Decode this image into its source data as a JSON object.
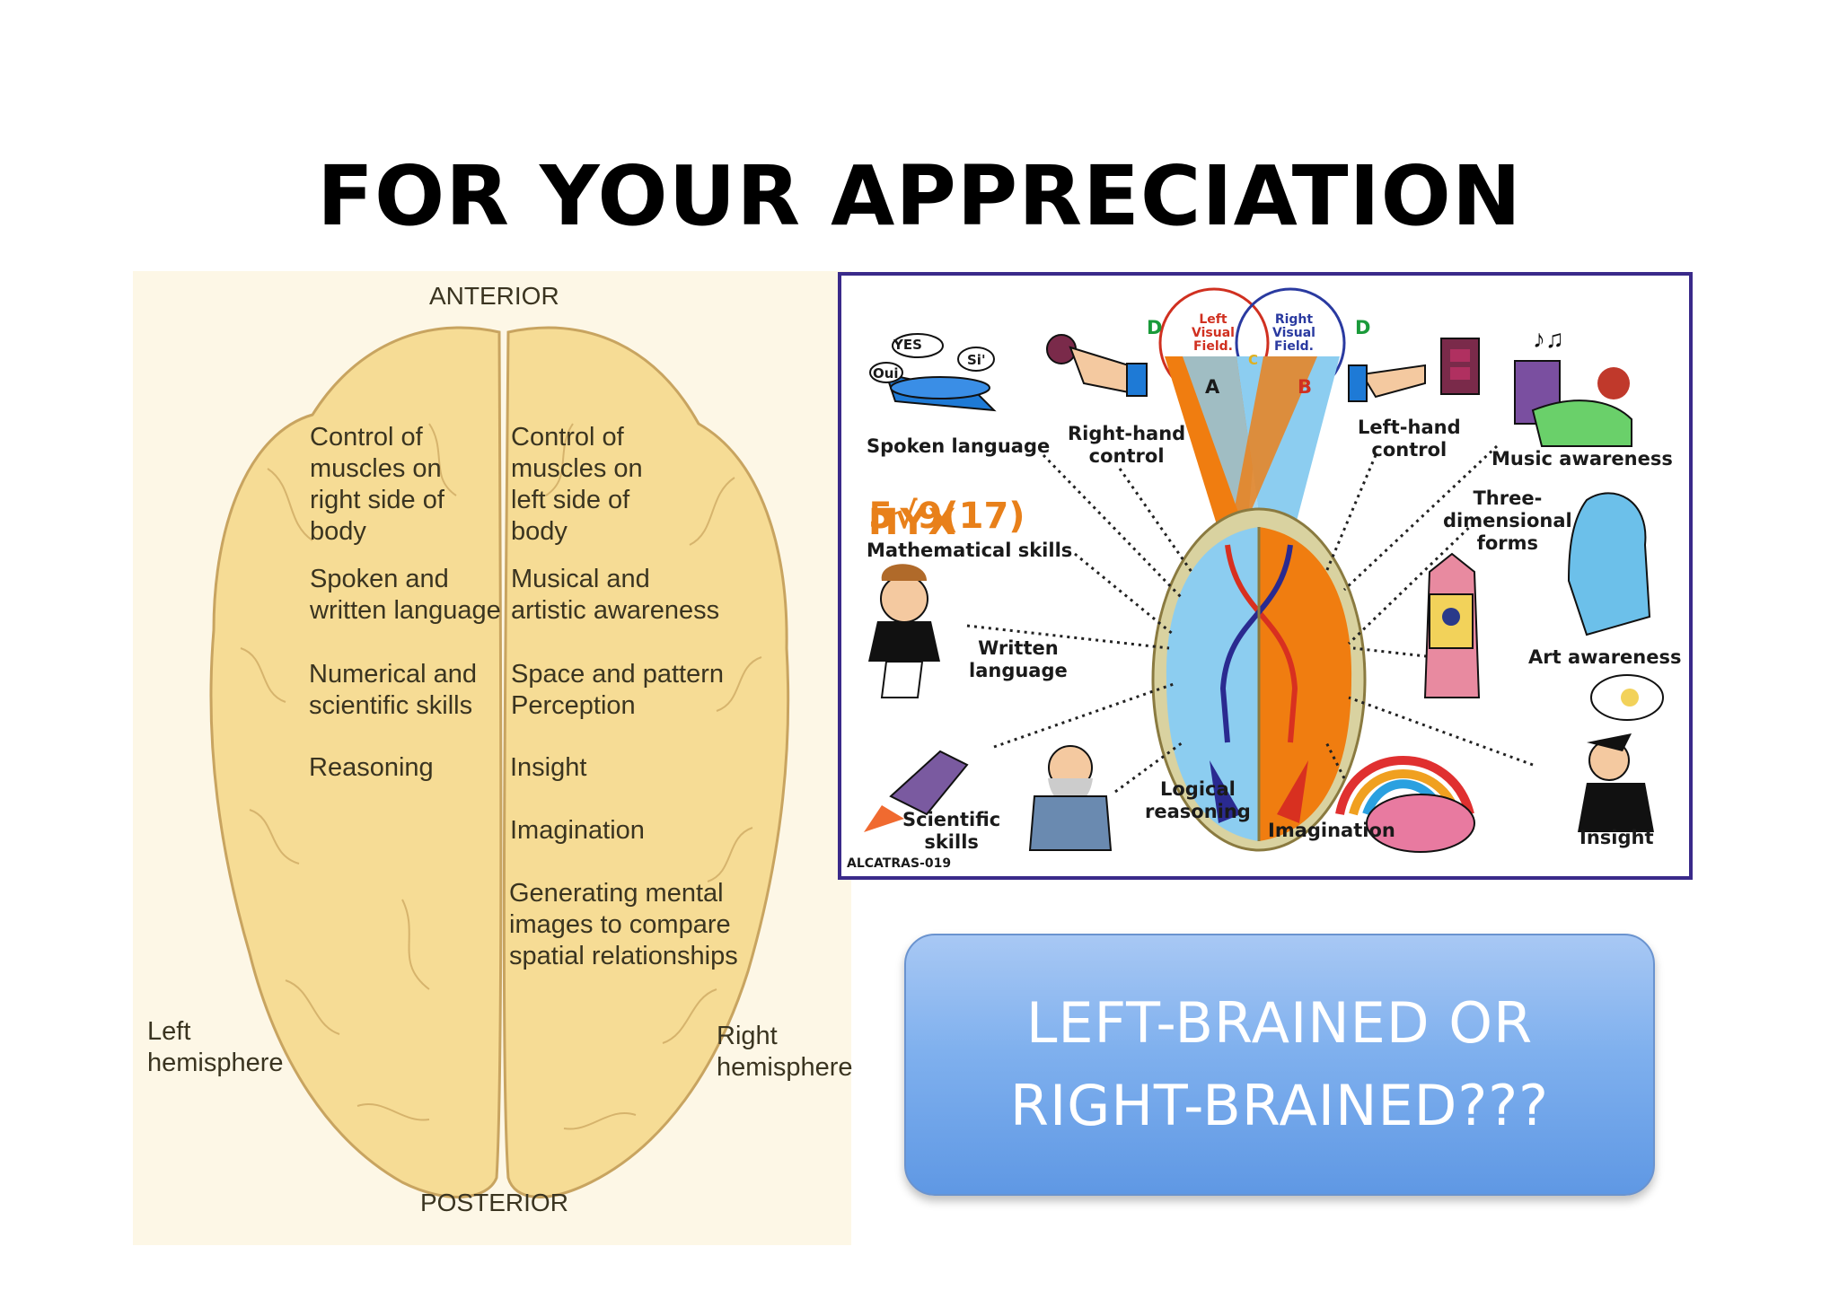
{
  "slide": {
    "title": "FOR YOUR APPRECIATION"
  },
  "left_figure": {
    "anterior": "ANTERIOR",
    "posterior": "POSTERIOR",
    "left_hemisphere": "Left\nhemisphere",
    "right_hemisphere": "Right\nhemisphere",
    "left_functions": [
      "Control of\nmuscles on\nright side of\nbody",
      "Spoken and\nwritten language",
      "Numerical and\nscientific skills",
      "Reasoning"
    ],
    "right_functions": [
      "Control of\nmuscles on\nleft side of\nbody",
      "Musical and\nartistic awareness",
      "Space and pattern\nPerception",
      "Insight",
      "Imagination",
      "Generating mental\nimages to compare\nspatial relationships"
    ]
  },
  "right_figure": {
    "labels": {
      "spoken_language": "Spoken language",
      "right_hand_control": "Right-hand\ncontrol",
      "left_hand_control": "Left-hand\ncontrol",
      "music_awareness": "Music awareness",
      "mathematical_skills": "Mathematical skills",
      "three_dimensional_forms": "Three-\ndimensional\nforms",
      "written_language": "Written\nlanguage",
      "art_awareness": "Art awareness",
      "scientific_skills": "Scientific\nskills",
      "logical_reasoning": "Logical\nreasoning",
      "imagination": "Imagination",
      "insight": "Insight"
    },
    "visual_field": {
      "left": "Left\nVisual\nField.",
      "right": "Right\nVisual\nField.",
      "a": "A",
      "b": "B",
      "c": "C",
      "d_left": "D",
      "d_right": "D"
    },
    "speech": {
      "yes": "YES",
      "si": "Si'",
      "oui": "Oui"
    },
    "math_top": "ПYX",
    "math_bottom": "5√9(17)",
    "credit": "ALCATRAS-019"
  },
  "question_box": {
    "line1": "LEFT-BRAINED OR",
    "line2": "RIGHT-BRAINED???"
  },
  "colors": {
    "brain_fill": "#f6dc95",
    "brain_outline": "#c8a460",
    "frame": "#3a2a8a",
    "orange": "#f07d10",
    "light_blue": "#8ccdf0",
    "box_blue": "#7fb0ee"
  }
}
